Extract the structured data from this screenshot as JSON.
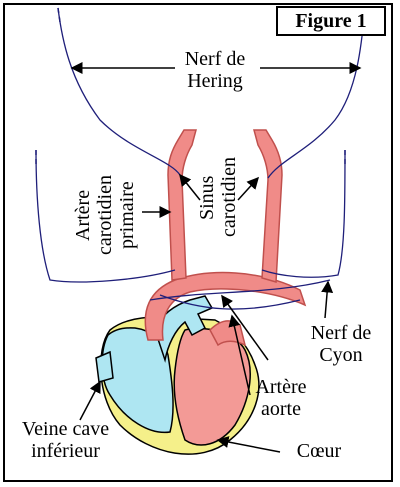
{
  "figure": {
    "title": "Figure 1"
  },
  "labels": {
    "nerf_hering": [
      "Nerf de",
      "Hering"
    ],
    "artere_carotidien_primaire": [
      "Artère",
      "carotidien",
      "primaire"
    ],
    "sinus_carotidien": [
      "Sinus",
      "carotidien"
    ],
    "nerf_cyon": [
      "Nerf de",
      "Cyon"
    ],
    "artere_aorte": [
      "Artère",
      "aorte"
    ],
    "veine_cave": [
      "Veine cave",
      "inférieur"
    ],
    "coeur": "Cœur"
  },
  "colors": {
    "artery": "#f08b88",
    "artery_stroke": "#c0504d",
    "vein_blue": "#aee6f2",
    "heart_pink": "#f39a96",
    "heart_yellow": "#f5f08a",
    "nerve": "#1f1f7a"
  }
}
